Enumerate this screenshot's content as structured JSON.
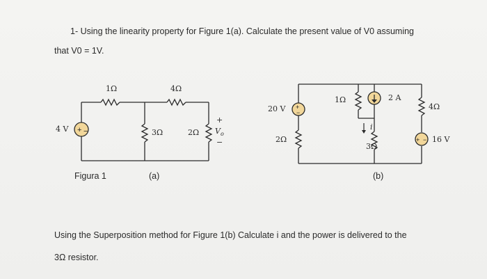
{
  "problem1": {
    "line1": "1-  Using the linearity property for Figure 1(a). Calculate the present value of V0 assuming",
    "line2": "that V0 = 1V."
  },
  "fig_a": {
    "source": "4 V",
    "r1": "1Ω",
    "r2": "4Ω",
    "r3": "3Ω",
    "r4": "2Ω",
    "vo_plus": "+",
    "vo_label": "V",
    "vo_sub": "o",
    "vo_minus": "−",
    "caption_left": "Figura 1",
    "caption": "(a)"
  },
  "fig_b": {
    "v1": "20 V",
    "r_2": "2Ω",
    "r_1": "1Ω",
    "i_src": "2 A",
    "i_label": "i",
    "r_3": "3Ω",
    "r_4": "4Ω",
    "v2": "16 V",
    "caption": "(b)"
  },
  "problem2": {
    "line1": "Using the Superposition method for Figure 1(b) Calculate i and the power is delivered to the",
    "line2": "3Ω resistor."
  },
  "colors": {
    "source_fill": "#f2d79a",
    "wire": "#2b2b2b"
  }
}
